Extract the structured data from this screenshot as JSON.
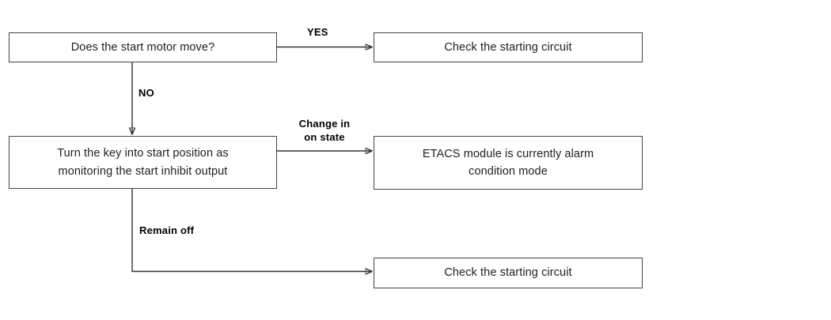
{
  "diagram": {
    "title": "Start motor / start inhibit troubleshooting flow",
    "background_color": "#ffffff",
    "line_color": "#333333",
    "border_color": "#444444",
    "text_color": "#1e1e1e",
    "label_color": "#000000"
  },
  "nodes": {
    "decision_start_motor": {
      "text": "Does the start motor move?"
    },
    "action_turn_key": {
      "text": "Turn the key into start position as\nmonitoring the start inhibit output"
    },
    "result_check_circuit_top": {
      "text": "Check the starting circuit"
    },
    "result_etacs_alarm": {
      "text": "ETACS module is currently alarm\ncondition mode"
    },
    "result_check_circuit_bottom": {
      "text": "Check the starting circuit"
    }
  },
  "edge_labels": {
    "yes": "YES",
    "no": "NO",
    "change_in_on_state": "Change in\non state",
    "remain_off": "Remain off"
  }
}
